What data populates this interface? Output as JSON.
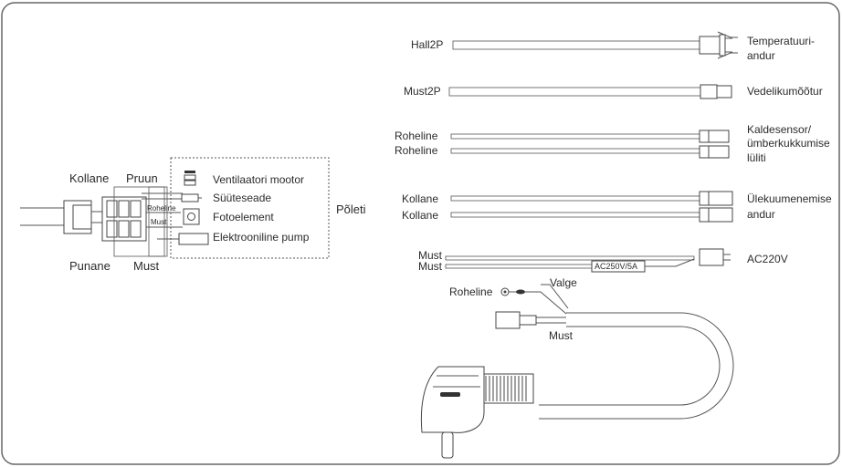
{
  "left": {
    "top_left": "Kollane",
    "top_right": "Pruun",
    "bottom_left": "Punane",
    "bottom_right": "Must",
    "inner_green": "Roheline",
    "inner_black": "Must",
    "burner": "Põleti",
    "components": [
      "Ventilaatori mootor",
      "Süüteseade",
      "Fotoelement",
      "Elektrooniline pump"
    ]
  },
  "right": {
    "hall": "Hall2P",
    "temp": [
      "Temperatuuri-",
      "andur"
    ],
    "must2p": "Must2P",
    "level": "Vedelikumõõtur",
    "green1": "Roheline",
    "green2": "Roheline",
    "tilt": [
      "Kaldesensor/",
      "ümberkukkumise",
      "lüliti"
    ],
    "yellow1": "Kollane",
    "yellow2": "Kollane",
    "overheat": [
      "Ülekuumenemise",
      "andur"
    ],
    "black1": "Must",
    "black2": "Must",
    "fuse": "AC250V/5A",
    "ac": "AC220V",
    "plug_green": "Roheline",
    "plug_white": "Valge",
    "plug_black": "Must"
  }
}
